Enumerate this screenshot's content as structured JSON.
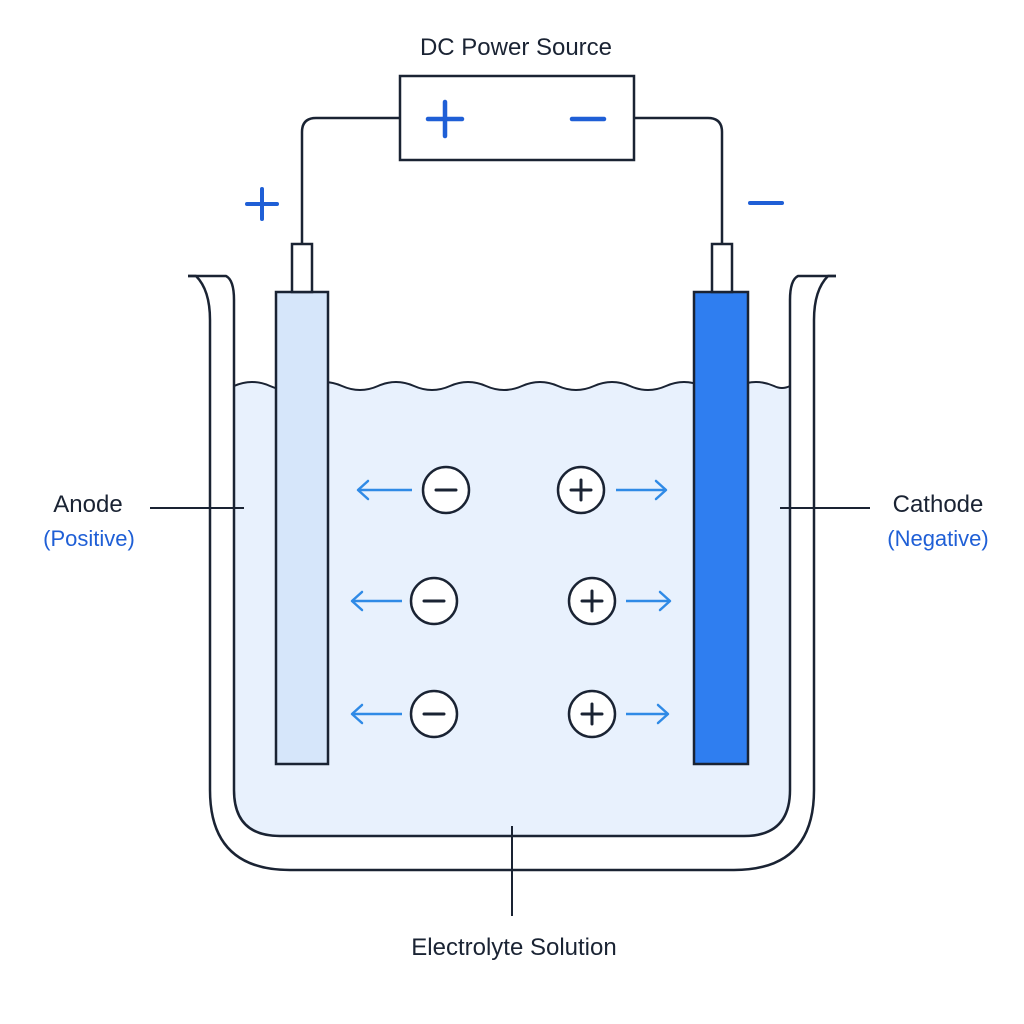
{
  "power_source": {
    "title": "DC Power Source",
    "plus_symbol": "+",
    "minus_symbol": "−"
  },
  "anode": {
    "label": "Anode",
    "polarity": "(Positive)",
    "terminal_symbol": "+",
    "fill_color": "#d6e6fa"
  },
  "cathode": {
    "label": "Cathode",
    "polarity": "(Negative)",
    "terminal_symbol": "−",
    "fill_color": "#2f7ef0"
  },
  "electrolyte": {
    "label": "Electrolyte Solution",
    "fill_color": "#e8f1fd"
  },
  "ions": {
    "anion_symbol": "−",
    "cation_symbol": "+",
    "anion_count": 3,
    "cation_count": 3
  },
  "colors": {
    "line": "#1a2333",
    "accent_blue": "#1f5fd6",
    "arrow_blue": "#2f8ae6"
  }
}
